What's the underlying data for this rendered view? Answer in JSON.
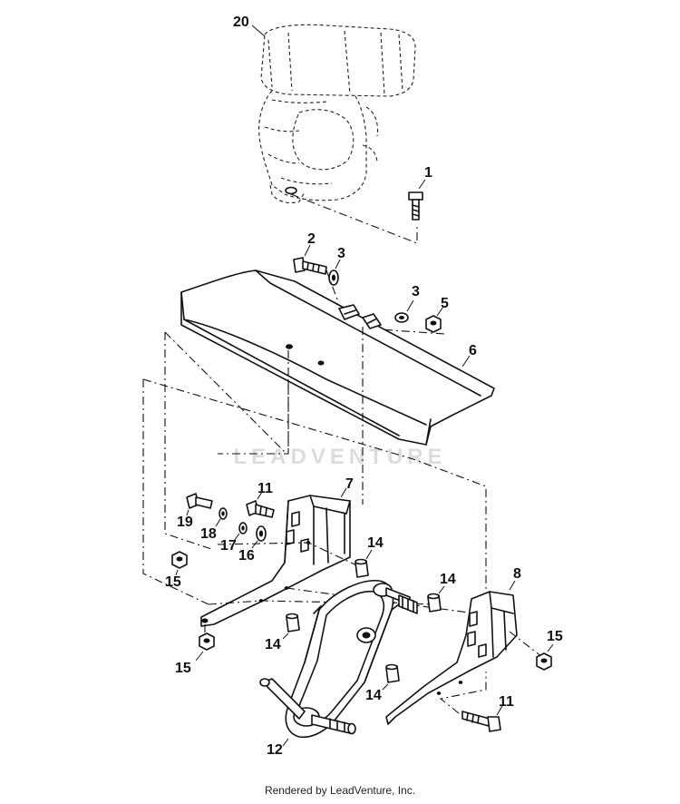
{
  "watermark": {
    "text": "LEADVENTURE"
  },
  "footer": {
    "text": "Rendered by LeadVenture, Inc."
  },
  "callouts": {
    "c20": "20",
    "c1": "1",
    "c2": "2",
    "c3a": "3",
    "c3b": "3",
    "c5": "5",
    "c6": "6",
    "c7": "7",
    "c11a": "11",
    "c19": "19",
    "c18": "18",
    "c17": "17",
    "c16": "16",
    "c14a": "14",
    "c14b": "14",
    "c14c": "14",
    "c14d": "14",
    "c15a": "15",
    "c15b": "15",
    "c15c": "15",
    "c8": "8",
    "c12": "12",
    "c11b": "11"
  },
  "colors": {
    "line": "#111111",
    "background": "#ffffff",
    "watermark": "#dcdcdc"
  }
}
